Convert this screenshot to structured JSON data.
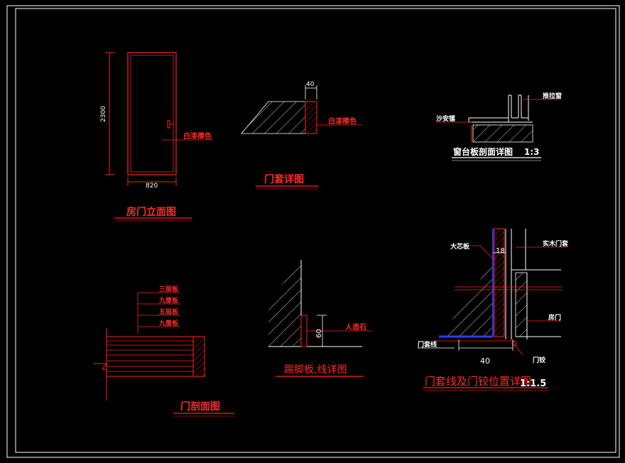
{
  "colors": {
    "background": "#000000",
    "line_white": "#ffffff",
    "line_red": "#ff2020",
    "line_blue": "#2a3cff"
  },
  "door_elevation": {
    "title": "房门立面图",
    "height_dim": "2300",
    "width_dim": "820",
    "finish_label": "白漆擦色"
  },
  "door_casing_detail": {
    "title": "门套详图",
    "width_dim": "40",
    "finish_label": "白漆擦色"
  },
  "sill_detail": {
    "title": "窗台板剖面详图",
    "scale": "1:3",
    "label_top": "推拉窗",
    "label_left": "沙安镙"
  },
  "door_section": {
    "title": "门剖面图",
    "layers": [
      "三层板",
      "九厘板",
      "五层板",
      "九厘板"
    ]
  },
  "baseboard_detail": {
    "title": "踢脚板,线详图",
    "height_dim": "60",
    "material_label": "人造石"
  },
  "hinge_detail": {
    "title": "门套线及门铰位置详图",
    "scale": "1:1.5",
    "label_left_top": "大芯板",
    "label_right_top": "实木门套",
    "label_right": "房门",
    "label_left_bottom": "门套线",
    "label_right_bottom": "门铰",
    "dim_top": "18",
    "dim_bottom": "40"
  }
}
